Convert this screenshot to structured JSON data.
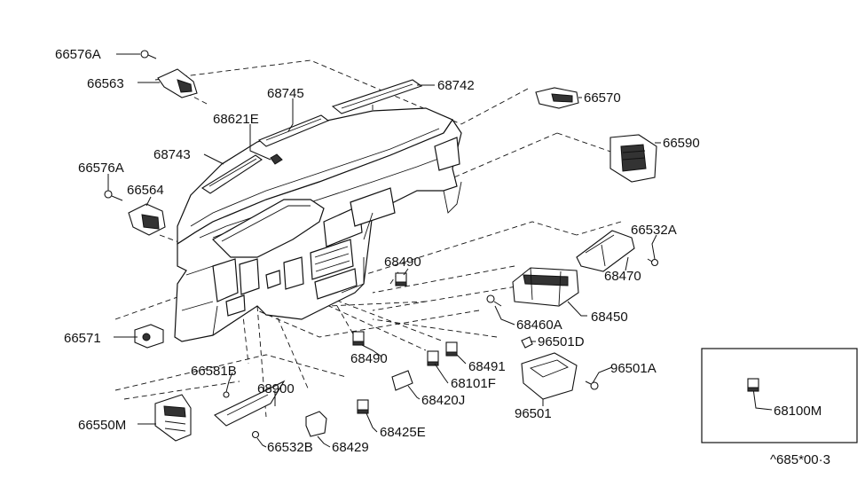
{
  "parts": {
    "p66576A_top": "66576A",
    "p66563": "66563",
    "p68745": "68745",
    "p68742": "68742",
    "p68621E": "68621E",
    "p66570": "66570",
    "p68743": "68743",
    "p66590": "66590",
    "p66576A_mid": "66576A",
    "p66564": "66564",
    "p66532A": "66532A",
    "p68490_top": "68490",
    "p68470": "68470",
    "p68460A": "68460A",
    "p68450": "68450",
    "p66571": "66571",
    "p96501D": "96501D",
    "p68490_bot": "68490",
    "p68491": "68491",
    "p96501A": "96501A",
    "p66581B": "66581B",
    "p68101F": "68101F",
    "p68900": "68900",
    "p68420J": "68420J",
    "p96501": "96501",
    "p66550M": "66550M",
    "p68425E": "68425E",
    "p66532B": "66532B",
    "p68429": "68429",
    "p68100M": "68100M"
  },
  "footer_code": "^685*00·3"
}
